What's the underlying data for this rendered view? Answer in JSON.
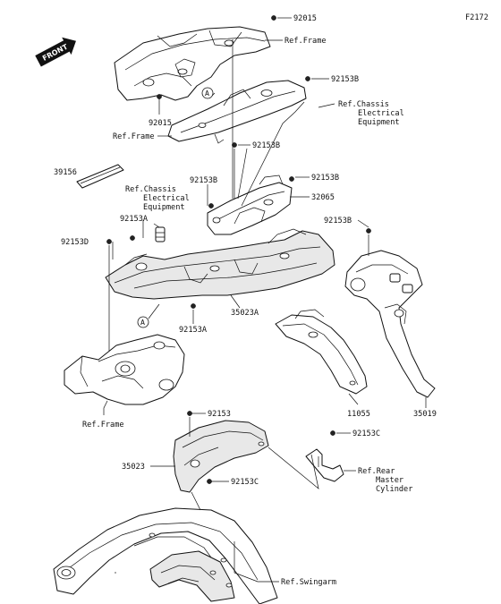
{
  "page": {
    "code": "F2172"
  },
  "front_badge": {
    "text": "FRONT"
  },
  "part_labels": {
    "p92015_top": "92015",
    "p92015_mid": "92015",
    "p92153b_top": "92153B",
    "p92153b_mid": "92153B",
    "p92153b_right": "92153B",
    "p92153b_left": "92153B",
    "p92153b_far": "92153B",
    "p39156": "39156",
    "p32065": "32065",
    "p92153a_left": "92153A",
    "p92153a_bottom": "92153A",
    "p92153d": "92153D",
    "p35023a": "35023A",
    "p11055": "11055",
    "p35019": "35019",
    "p92153": "92153",
    "p35023": "35023",
    "p92153c_right": "92153C",
    "p92153c_mid": "92153C"
  },
  "refs": {
    "frame_top": "Ref.Frame",
    "frame_mid": "Ref.Frame",
    "frame_bottom": "Ref.Frame",
    "chassis_top": [
      "Ref.Chassis",
      "Electrical",
      "Equipment"
    ],
    "chassis_left": [
      "Ref.Chassis",
      "Electrical",
      "Equipment"
    ],
    "rear_master": [
      "Ref.Rear",
      "Master",
      "Cylinder"
    ],
    "swingarm": "Ref.Swingarm"
  },
  "markers": {
    "a1": "A",
    "a2": "A"
  }
}
